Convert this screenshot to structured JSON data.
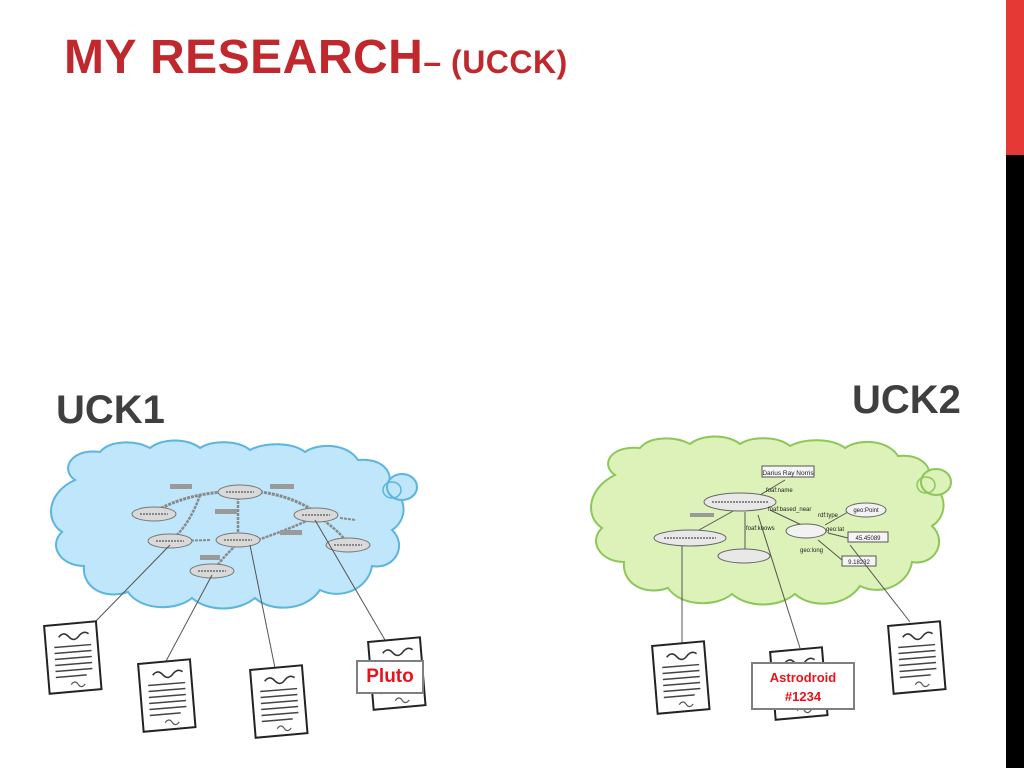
{
  "slide": {
    "title_main": "MY RESEARCH",
    "title_sub": "– (UCCK)",
    "accent_color": "#c0282d"
  },
  "clouds": [
    {
      "label": "UCK1",
      "fill": "#bfe6fb"
    },
    {
      "label": "UCK2",
      "fill": "#dcf2b8"
    }
  ],
  "callouts": {
    "pluto": "Pluto",
    "astrodroid_line1": "Astrodroid",
    "astrodroid_line2": "#1234"
  },
  "uck2_graph": {
    "nodes": [
      "Darius Ray Norris",
      "geo:Point",
      "45.45089",
      "9.18232"
    ],
    "edges": [
      "foaf:name",
      "foaf:based_near",
      "rdf:type",
      "geo:lat",
      "geo:long",
      "foaf:knows"
    ]
  }
}
